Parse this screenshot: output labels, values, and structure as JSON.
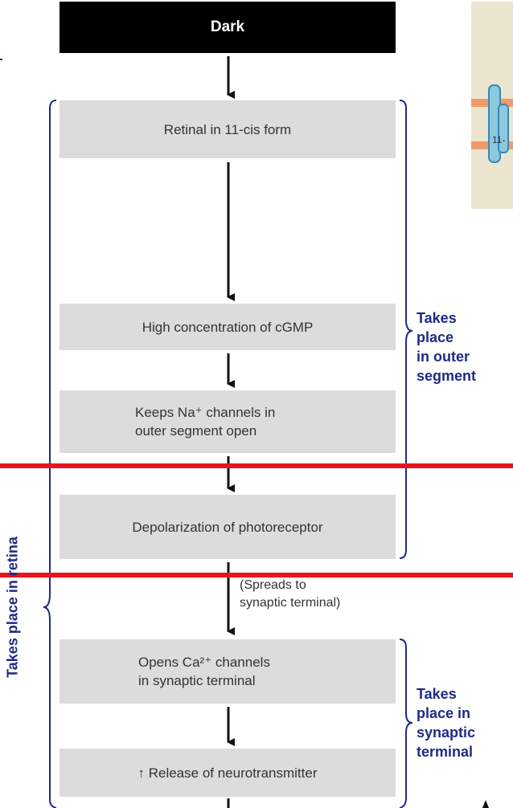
{
  "header": {
    "label": "Dark"
  },
  "boxes": {
    "retinal": "Retinal in 11-cis form",
    "cgmp": "High concentration of cGMP",
    "na_line1": "Keeps Na⁺ channels in",
    "na_line2": "outer segment open",
    "depol": "Depolarization of photoreceptor",
    "ca_line1": "Opens Ca²⁺ channels",
    "ca_line2": "in synaptic terminal",
    "release": "↑ Release of neurotransmitter"
  },
  "spread_note": {
    "line1": "(Spreads to",
    "line2": "synaptic terminal)"
  },
  "labels": {
    "outer": {
      "l1": "Takes",
      "l2": "place",
      "l3": "in outer",
      "l4": "segment"
    },
    "synaptic": {
      "l1": "Takes",
      "l2": "place in",
      "l3": "synaptic",
      "l4": "terminal"
    },
    "retina": "Takes place in retina"
  },
  "corner_image": {
    "text": "11-"
  },
  "colors": {
    "header_bg": "#000000",
    "box_bg": "#dcdcdc",
    "label_blue": "#1f2a85",
    "highlight_line": "#e8141c"
  }
}
